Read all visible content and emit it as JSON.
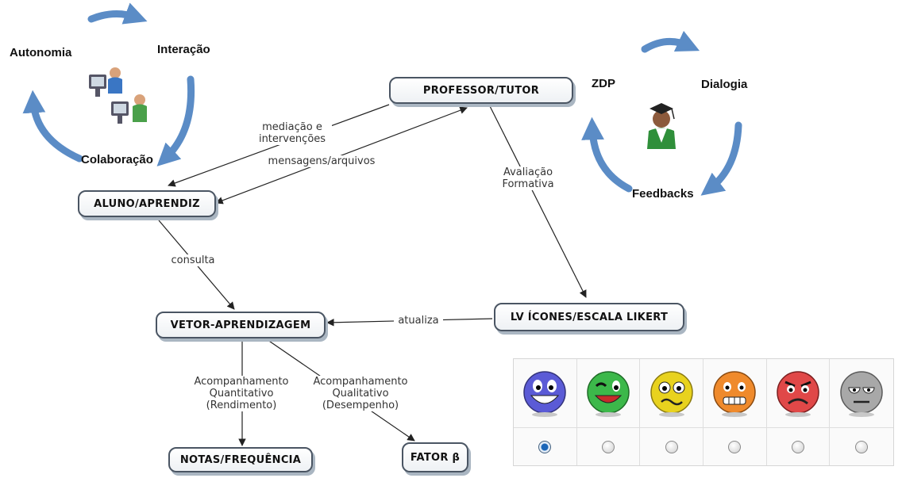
{
  "nodes": {
    "professor": "PROFESSOR/TUTOR",
    "aluno": "ALUNO/APRENDIZ",
    "vetor": "VETOR-APRENDIZAGEM",
    "lv": "LV ÍCONES/ESCALA LIKERT",
    "notas": "NOTAS/FREQUÊNCIA",
    "fator": "FATOR β"
  },
  "edges": {
    "mediacao": "mediação e\nintervenções",
    "mensagens": "mensagens/arquivos",
    "avaliacao": "Avaliação\nFormativa",
    "consulta": "consulta",
    "atualiza": "atualiza",
    "quantitativo": "Acompanhamento\nQuantitativo\n(Rendimento)",
    "qualitativo": "Acompanhamento\nQualitativo\n(Desempenho)"
  },
  "left_cycle": {
    "autonomia": "Autonomia",
    "interacao": "Interação",
    "colaboracao": "Colaboração"
  },
  "right_cycle": {
    "zdp": "ZDP",
    "dialogia": "Dialogia",
    "feedbacks": "Feedbacks"
  },
  "likert": {
    "faces": [
      {
        "icon": "blue-grin-face-icon",
        "color": "#5b5bd6"
      },
      {
        "icon": "green-wink-face-icon",
        "color": "#3cb84a"
      },
      {
        "icon": "yellow-worried-face-icon",
        "color": "#e8d21e"
      },
      {
        "icon": "orange-grimace-face-icon",
        "color": "#ef8a2c"
      },
      {
        "icon": "red-angry-face-icon",
        "color": "#e04848"
      },
      {
        "icon": "gray-bored-face-icon",
        "color": "#a8a8a8"
      }
    ],
    "selected_index": 0
  },
  "colors": {
    "cycle_arrow": "#5b8cc6",
    "edge_line": "#222222",
    "box_border": "#4a5563"
  }
}
